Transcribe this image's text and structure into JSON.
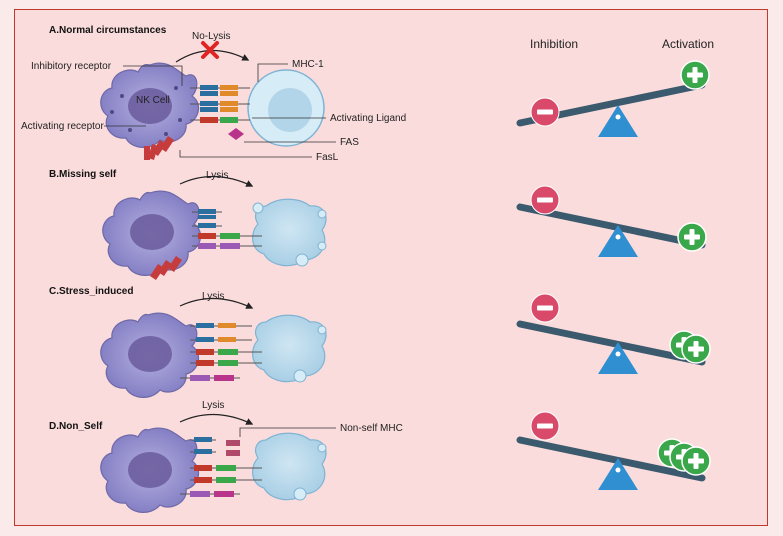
{
  "sections": [
    {
      "title": "A.Normal circumstances",
      "outcome": "No-Lysis"
    },
    {
      "title": "B.Missing self",
      "outcome": "Lysis"
    },
    {
      "title": "C.Stress_induced",
      "outcome": "Lysis"
    },
    {
      "title": "D.Non_Self",
      "outcome": "Lysis"
    }
  ],
  "labels": {
    "nk_cell": "NK Cell",
    "inhibitory_receptor": "Inhibitory receptor",
    "activating_receptor": "Activating receptor",
    "mhc1": "MHC-1",
    "activating_ligand": "Activating Ligand",
    "fas": "FAS",
    "fasl": "FasL",
    "nonself_mhc": "Non-self MHC"
  },
  "balance": {
    "inhibition_label": "Inhibition",
    "activation_label": "Activation",
    "activation_counts": [
      1,
      1,
      2,
      3
    ]
  },
  "colors": {
    "frame_border": "#c0392b",
    "background": "#fbdcdc",
    "nk_cell": "#8b86c7",
    "nucleus": "#6a5a9c",
    "minus_badge": "#d94a6a",
    "plus_badge": "#3aa84a",
    "lever": "#3b5a6e",
    "fulcrum": "#2f8fd1",
    "cross": "#e02424"
  }
}
